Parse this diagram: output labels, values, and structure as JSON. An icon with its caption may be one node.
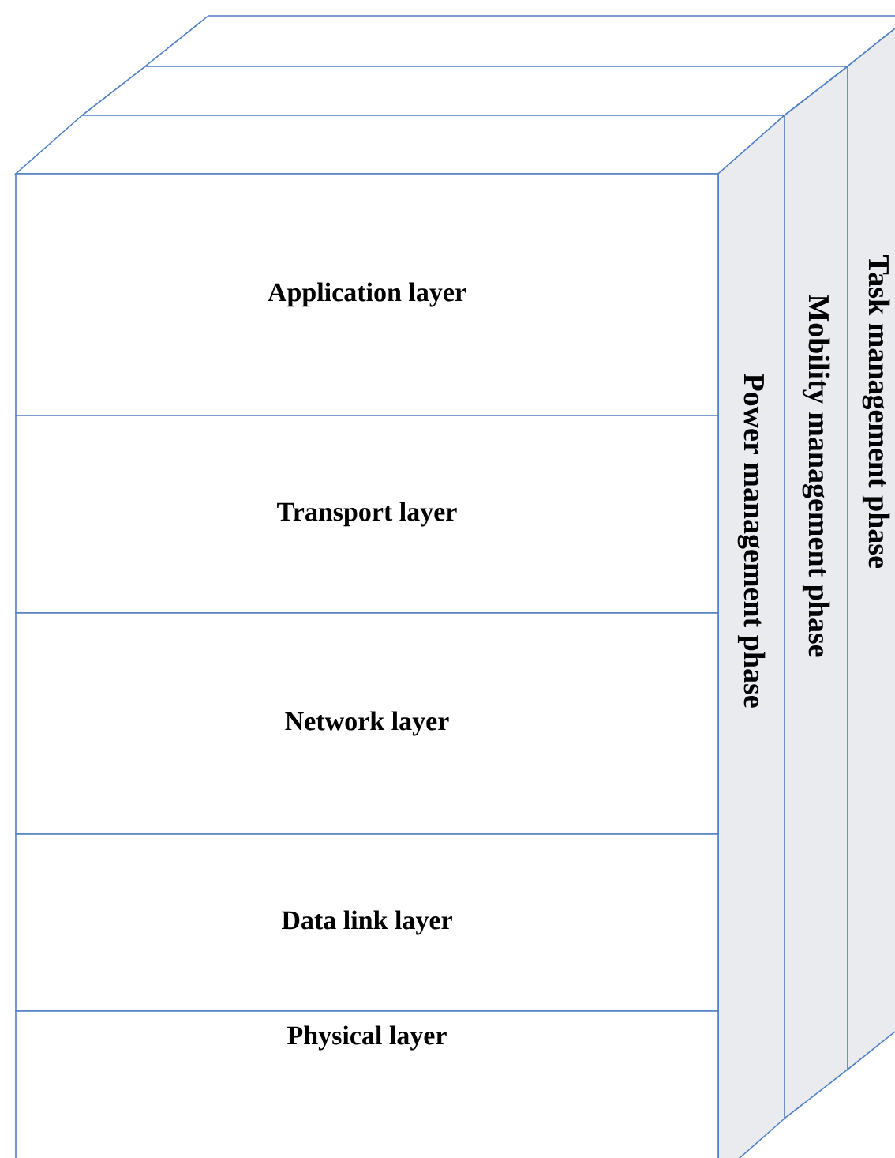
{
  "diagram": {
    "nodes": [
      {
        "text": [
          "Application layer"
        ]
      },
      {
        "text": [
          "Transport layer"
        ]
      },
      {
        "text": [
          "Network layer"
        ]
      },
      {
        "text": [
          "Data link layer"
        ]
      },
      {
        "text": [
          "Physical layer"
        ]
      },
      {
        "text": [
          "Task management phase"
        ]
      },
      {
        "text": [
          "Mobility management phase"
        ]
      },
      {
        "text": [
          "Power management phase"
        ]
      }
    ]
  }
}
